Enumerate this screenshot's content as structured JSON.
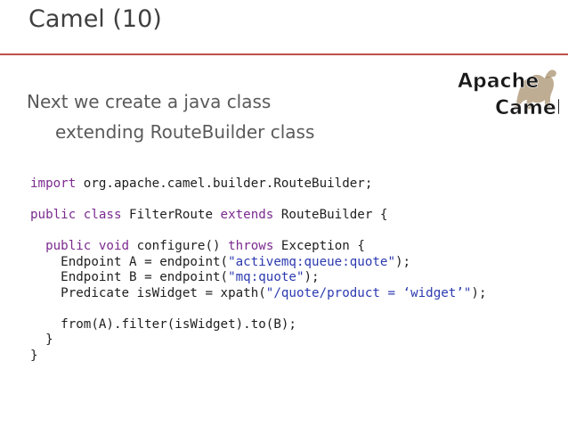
{
  "slide": {
    "title": "Camel (10)",
    "body_line1": "Next we create a java class",
    "body_line2": "extending RouteBuilder class"
  },
  "logo": {
    "word1": "Apache",
    "word2": "Camel",
    "icon": "camel-icon"
  },
  "code": {
    "l1_kw": "import",
    "l1_rest": " org.apache.camel.builder.RouteBuilder;",
    "l3_kw1": "public class",
    "l3_mid": " FilterRoute ",
    "l3_kw2": "extends",
    "l3_rest": " RouteBuilder {",
    "l5_indent": "  ",
    "l5_kw1": "public void",
    "l5_mid": " configure() ",
    "l5_kw2": "throws",
    "l5_rest": " Exception {",
    "l6_pre": "    Endpoint A = endpoint(",
    "l6_str": "\"activemq:queue:quote\"",
    "l6_post": ");",
    "l7_pre": "    Endpoint B = endpoint(",
    "l7_str": "\"mq:quote\"",
    "l7_post": ");",
    "l8_pre": "    Predicate isWidget = xpath(",
    "l8_str": "\"/quote/product = ‘widget’\"",
    "l8_post": ");",
    "l10": "    from(A).filter(isWidget).to(B);",
    "l11": "  }",
    "l12": "}"
  }
}
